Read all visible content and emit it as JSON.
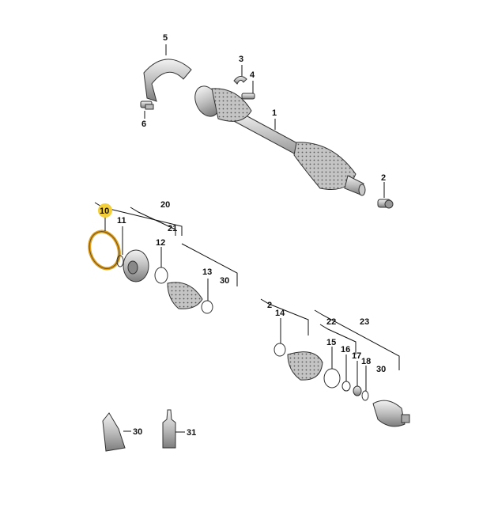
{
  "diagram": {
    "labels": {
      "1": "1",
      "2": "2",
      "2b": "2",
      "3": "3",
      "4": "4",
      "5": "5",
      "6": "6",
      "10": "10",
      "11": "11",
      "12": "12",
      "13": "13",
      "14": "14",
      "15": "15",
      "16": "16",
      "17": "17",
      "18": "18",
      "20": "20",
      "21": "21",
      "22": "22",
      "23": "23",
      "30a": "30",
      "30b": "30",
      "30c": "30",
      "31": "31"
    },
    "highlighted_part": "10",
    "colors": {
      "highlight": "#f3cf3c",
      "ring_highlight": "#e0a020",
      "metal_light": "#d6d6d6",
      "metal_dark": "#8a8a8a",
      "line": "#111111"
    }
  }
}
